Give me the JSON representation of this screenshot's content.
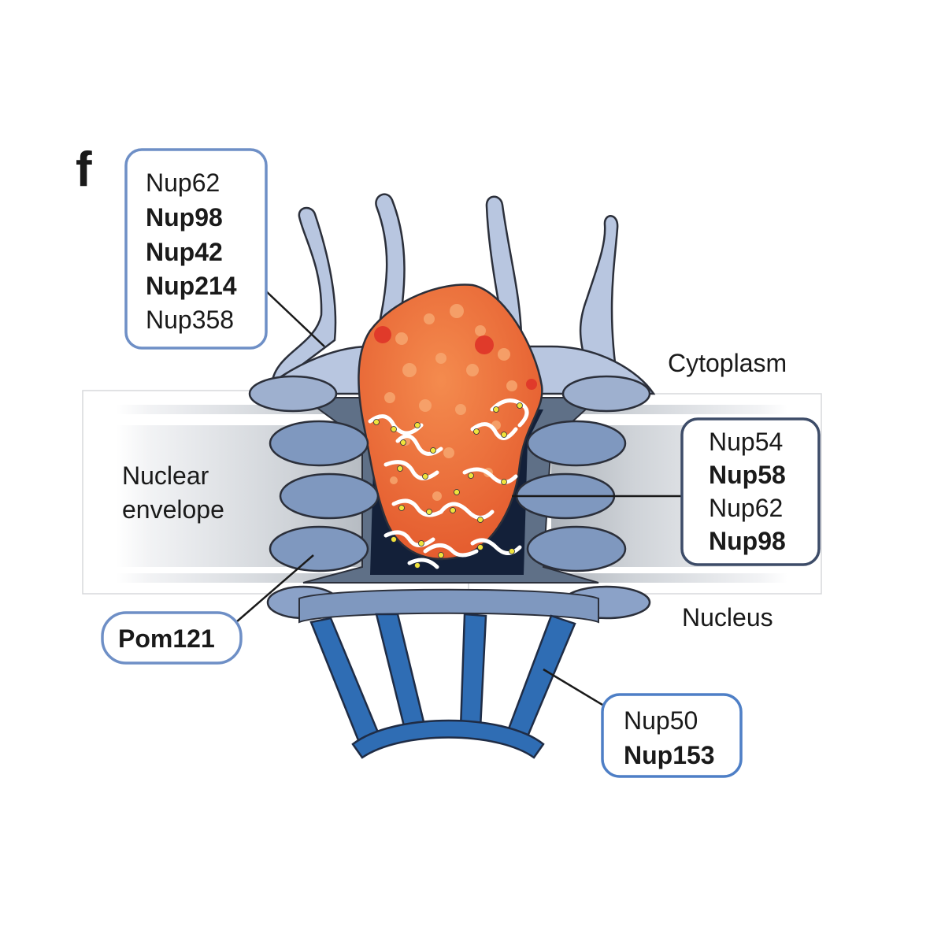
{
  "panel_letter": "f",
  "regions": {
    "cytoplasm": "Cytoplasm",
    "nucleus": "Nucleus",
    "nuclear_envelope": [
      "Nuclear",
      "envelope"
    ]
  },
  "callouts": {
    "cytoplasmic_filaments": [
      {
        "text": "Nup62",
        "bold": false
      },
      {
        "text": "Nup98",
        "bold": true
      },
      {
        "text": "Nup42",
        "bold": true
      },
      {
        "text": "Nup214",
        "bold": true
      },
      {
        "text": "Nup358",
        "bold": false
      }
    ],
    "central_channel": [
      {
        "text": "Nup54",
        "bold": false
      },
      {
        "text": "Nup58",
        "bold": true
      },
      {
        "text": "Nup62",
        "bold": false
      },
      {
        "text": "Nup98",
        "bold": true
      }
    ],
    "membrane_ring": [
      {
        "text": "Pom121",
        "bold": true
      }
    ],
    "nuclear_basket": [
      {
        "text": "Nup50",
        "bold": false
      },
      {
        "text": "Nup153",
        "bold": true
      }
    ]
  },
  "colors": {
    "filament": "#b8c6e0",
    "ring": "#7f98bf",
    "basket": "#2f6db4",
    "cargo": "#ee6a32",
    "channel": "#132039",
    "envelope": "#c8cdd3",
    "callout_border": "#6e8fc6"
  }
}
